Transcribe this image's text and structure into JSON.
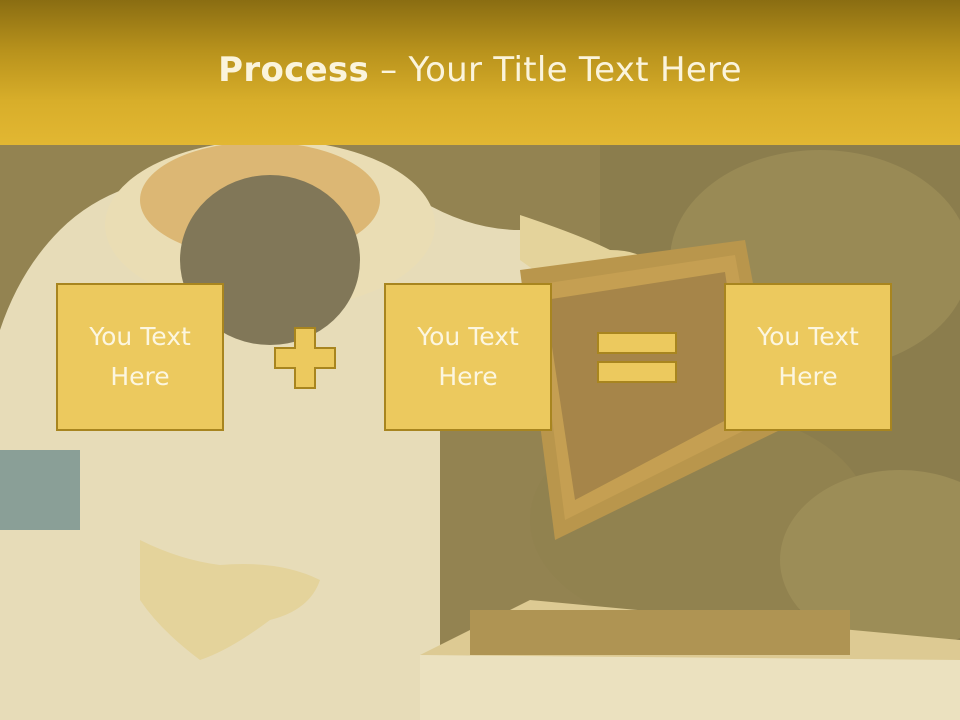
{
  "slide": {
    "title_bold": "Process",
    "title_rest": " – Your Title Text Here"
  },
  "process": {
    "boxes": [
      {
        "text": "You Text Here"
      },
      {
        "text": "You Text Here"
      },
      {
        "text": "You Text Here"
      }
    ],
    "operators": [
      "plus-icon",
      "equals-icon"
    ]
  },
  "colors": {
    "banner": "#d8ae2a",
    "box_fill": "#ecc95e",
    "box_border": "#a8851f",
    "text": "#fcf6e0"
  }
}
